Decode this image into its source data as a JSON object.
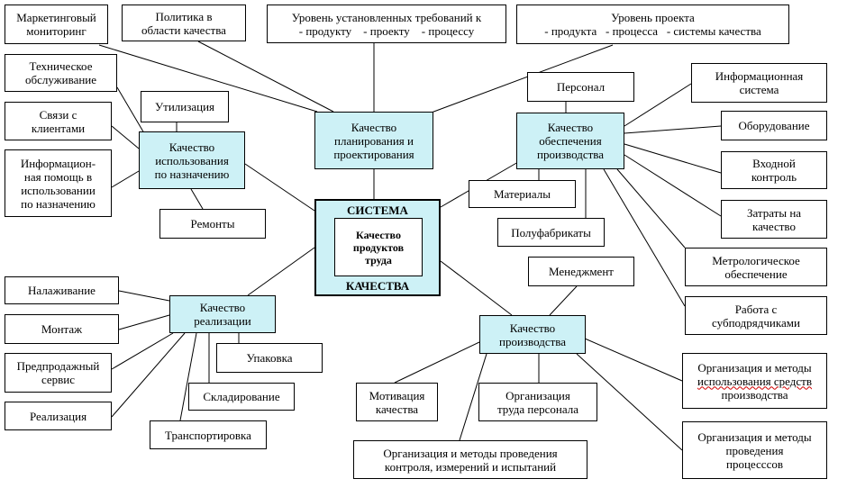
{
  "center": {
    "top": "СИСТЕМА",
    "inner": [
      "Качество",
      "продуктов",
      "труда"
    ],
    "bottom": "КАЧЕСТВА"
  },
  "hubs": {
    "planning": [
      "Качество",
      "планирования и",
      "проектирования"
    ],
    "usage": [
      "Качество",
      "использования",
      "по назначению"
    ],
    "supply": [
      "Качество",
      "обеспечения",
      "производства"
    ],
    "realization": [
      "Качество",
      "реализации"
    ],
    "production": [
      "Качество",
      "производства"
    ]
  },
  "top": {
    "marketing": [
      "Маркетинговый",
      "мониторинг"
    ],
    "policy": [
      "Политика в",
      "области качества"
    ],
    "requirements": [
      "Уровень установленных требований к",
      "- продукту    - проекту    - процессу"
    ],
    "project_level": [
      "Уровень проекта",
      "- продукта   - процесса   - системы качества"
    ]
  },
  "usage_items": {
    "maintenance": [
      "Техническое",
      "обслуживание"
    ],
    "clients": [
      "Связи с",
      "клиентами"
    ],
    "info_help": [
      "Информацион-",
      "ная помощь в",
      "использовании",
      "по назначению"
    ],
    "disposal": [
      "Утилизация"
    ],
    "repairs": [
      "Ремонты"
    ]
  },
  "supply_items": {
    "personnel": [
      "Персонал"
    ],
    "materials": [
      "Материалы"
    ],
    "semi": [
      "Полуфабрикаты"
    ],
    "info_system": [
      "Информационная",
      "система"
    ],
    "equipment": [
      "Оборудование"
    ],
    "input_control": [
      "Входной",
      "контроль"
    ],
    "costs": [
      "Затраты на",
      "качество"
    ],
    "metrology": [
      "Метрологическое",
      "обеспечение"
    ],
    "subcontractors": [
      "Работа с",
      "субподрядчиками"
    ]
  },
  "realization_items": {
    "adjustment": [
      "Налаживание"
    ],
    "mounting": [
      "Монтаж"
    ],
    "presale": [
      "Предпродажный",
      "сервис"
    ],
    "sales": [
      "Реализация"
    ],
    "packaging": [
      "Упаковка"
    ],
    "storage": [
      "Складирование"
    ],
    "transport": [
      "Транспортировка"
    ]
  },
  "production_items": {
    "management": [
      "Менеджмент"
    ],
    "motivation": [
      "Мотивация",
      "качества"
    ],
    "labor_org": [
      "Организация",
      "труда персонала"
    ],
    "control_methods": [
      "Организация и методы проведения",
      "контроля, измерений и испытаний"
    ],
    "tools_methods": [
      "Организация и методы",
      "использования средств",
      "производства"
    ],
    "process_methods": [
      "Организация и методы",
      "проведения",
      "процесссов"
    ]
  }
}
